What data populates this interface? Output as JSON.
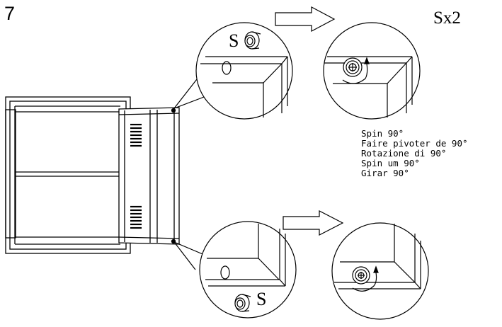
{
  "step_number": "7",
  "quantity_label": "Sx2",
  "part_label_top": "S",
  "part_label_bottom": "S",
  "instructions": [
    "Spin 90°",
    "Faire pivoter de 90°",
    "Rotazione di 90°",
    "Spin um 90°",
    "Girar 90°"
  ],
  "colors": {
    "line": "#000000",
    "background": "#ffffff"
  },
  "icons": [
    "arrow-right-icon",
    "rotate-arrow-icon",
    "cam-lock-icon"
  ]
}
